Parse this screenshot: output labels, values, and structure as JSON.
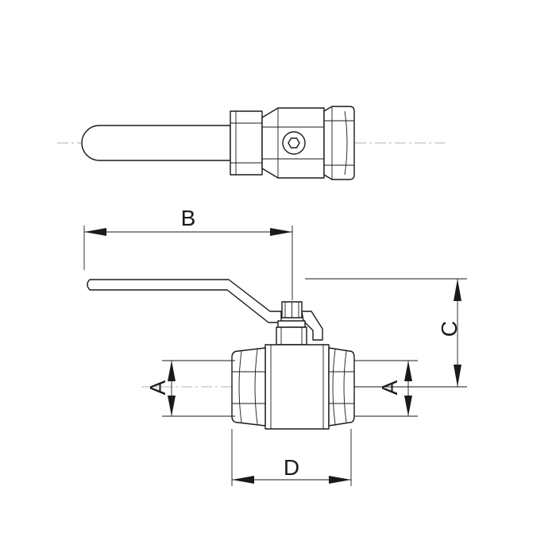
{
  "dimensions": {
    "a_left": "A",
    "a_right": "A",
    "b": "B",
    "c": "C",
    "d": "D"
  }
}
